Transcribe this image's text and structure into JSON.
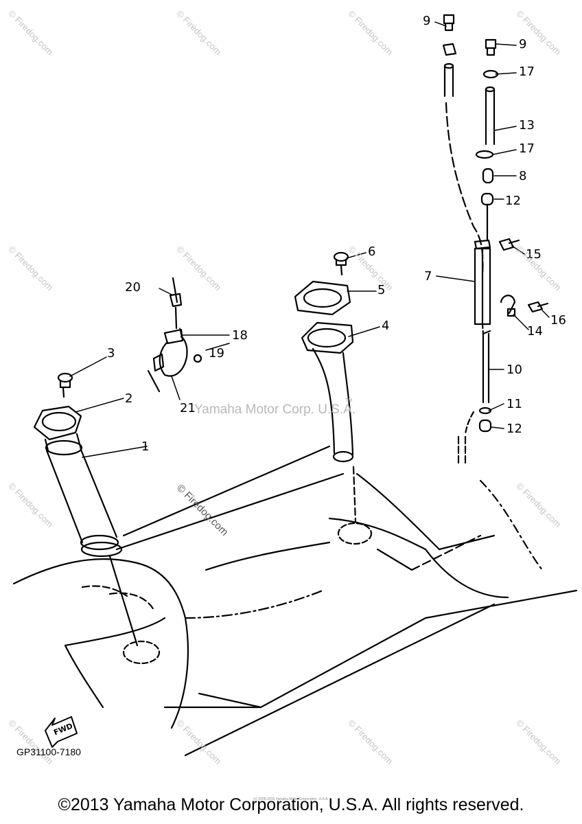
{
  "diagram": {
    "callouts": [
      "1",
      "2",
      "3",
      "4",
      "5",
      "6",
      "7",
      "8",
      "9",
      "9",
      "10",
      "11",
      "12",
      "12",
      "13",
      "14",
      "15",
      "16",
      "17",
      "17",
      "18",
      "19",
      "20",
      "21"
    ],
    "fwd_label": "FWD",
    "part_code": "GP31100-7180"
  },
  "watermarks": {
    "corner": "© Firedog.com",
    "center_text": "Yamaha Motor Corp. U.S.A.",
    "trademark": "TM",
    "diagonal": "© Firedog.com"
  },
  "footer": {
    "copyright": "©2013 Yamaha Motor Corporation, U.S.A. All rights reserved.",
    "fine_print": "(c) 2005-2015 Yamaha Motor Corporation, U.S.A."
  }
}
